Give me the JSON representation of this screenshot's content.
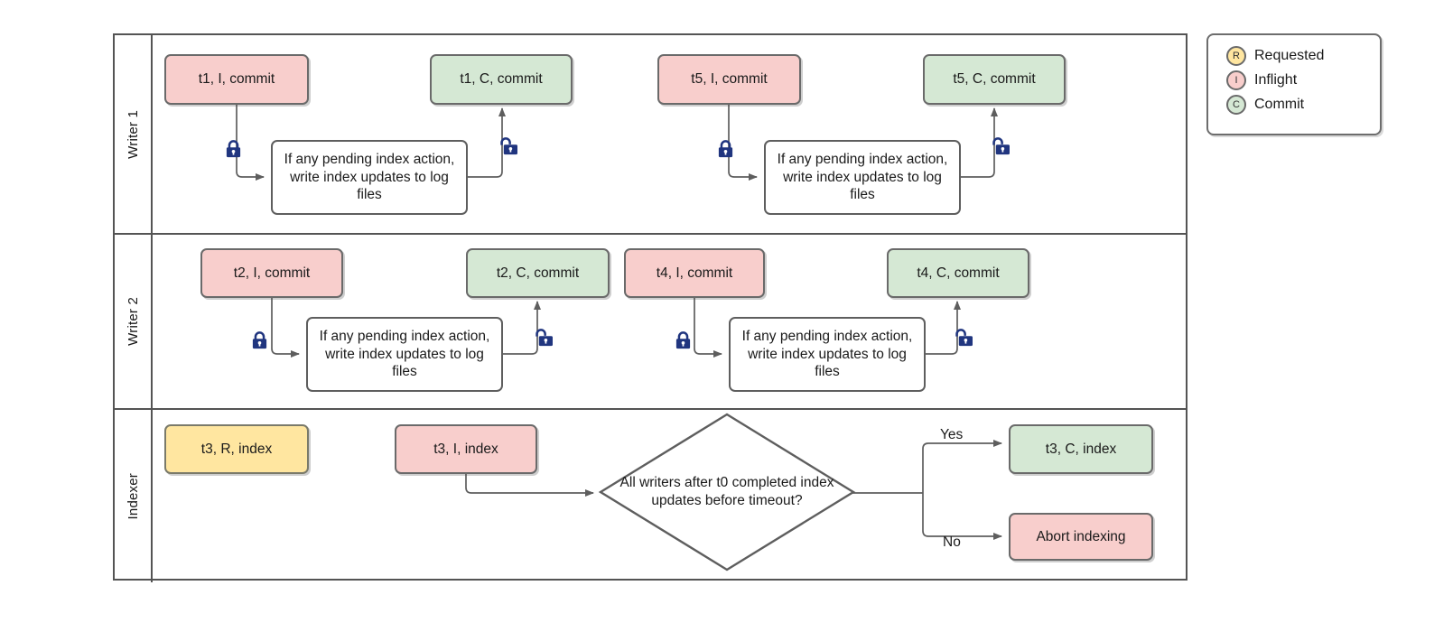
{
  "diagram": {
    "title": "Writer/Indexer commit and index-update swimlane flow",
    "colors": {
      "inflight": "#f8cecc",
      "commit": "#d5e8d4",
      "requested": "#ffe6a0",
      "stroke": "#666666",
      "lane_border": "#545454",
      "lock": "#20357f",
      "text": "#1a1a1a"
    },
    "process_text": "If any pending index action, write index updates to log files",
    "lanes": [
      {
        "id": "writer-1",
        "label": "Writer 1",
        "nodes": [
          {
            "id": "t1-inflight",
            "label": "t1, I, commit",
            "state": "inflight"
          },
          {
            "id": "w1-process-1",
            "label": "If any pending index action, write index updates to log files",
            "state": "process"
          },
          {
            "id": "t1-commit",
            "label": "t1, C, commit",
            "state": "commit"
          },
          {
            "id": "t5-inflight",
            "label": "t5, I, commit",
            "state": "inflight"
          },
          {
            "id": "w1-process-2",
            "label": "If any pending index action, write index updates to log files",
            "state": "process"
          },
          {
            "id": "t5-commit",
            "label": "t5, C, commit",
            "state": "commit"
          }
        ],
        "locks": [
          {
            "id": "w1-lock-closed-1",
            "kind": "lock-closed"
          },
          {
            "id": "w1-lock-open-1",
            "kind": "lock-open"
          },
          {
            "id": "w1-lock-closed-2",
            "kind": "lock-closed"
          },
          {
            "id": "w1-lock-open-2",
            "kind": "lock-open"
          }
        ]
      },
      {
        "id": "writer-2",
        "label": "Writer 2",
        "nodes": [
          {
            "id": "t2-inflight",
            "label": "t2, I, commit",
            "state": "inflight"
          },
          {
            "id": "w2-process-1",
            "label": "If any pending index action, write index updates to log files",
            "state": "process"
          },
          {
            "id": "t2-commit",
            "label": "t2, C, commit",
            "state": "commit"
          },
          {
            "id": "t4-inflight",
            "label": "t4, I, commit",
            "state": "inflight"
          },
          {
            "id": "w2-process-2",
            "label": "If any pending index action, write index updates to log files",
            "state": "process"
          },
          {
            "id": "t4-commit",
            "label": "t4, C, commit",
            "state": "commit"
          }
        ],
        "locks": [
          {
            "id": "w2-lock-closed-1",
            "kind": "lock-closed"
          },
          {
            "id": "w2-lock-open-1",
            "kind": "lock-open"
          },
          {
            "id": "w2-lock-closed-2",
            "kind": "lock-closed"
          },
          {
            "id": "w2-lock-open-2",
            "kind": "lock-open"
          }
        ]
      },
      {
        "id": "indexer",
        "label": "Indexer",
        "nodes": [
          {
            "id": "t3-requested",
            "label": "t3, R, index",
            "state": "requested"
          },
          {
            "id": "t3-inflight",
            "label": "t3, I, index",
            "state": "inflight"
          },
          {
            "id": "timeout-decision",
            "label": "All writers after t0 completed index updates before timeout?",
            "state": "decision"
          },
          {
            "id": "t3-commit",
            "label": "t3, C, index",
            "state": "commit"
          },
          {
            "id": "abort-indexing",
            "label": "Abort indexing",
            "state": "inflight"
          }
        ],
        "edge_labels": [
          {
            "id": "yes-label",
            "label": "Yes"
          },
          {
            "id": "no-label",
            "label": "No"
          }
        ]
      }
    ],
    "legend": {
      "items": [
        {
          "code": "R",
          "label": "Requested",
          "color": "#ffe6a0"
        },
        {
          "code": "I",
          "label": "Inflight",
          "color": "#f8cecc"
        },
        {
          "code": "C",
          "label": "Commit",
          "color": "#d5e8d4"
        }
      ]
    }
  }
}
